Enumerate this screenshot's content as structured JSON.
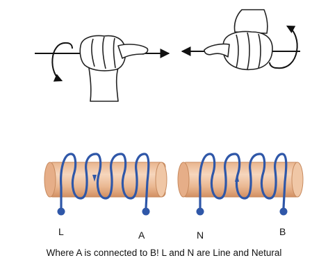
{
  "caption": "Where A is connected to B! L and N are Line and Netural",
  "coils": [
    {
      "left_terminal": "L",
      "right_terminal": "A",
      "current_direction": "down"
    },
    {
      "left_terminal": "N",
      "right_terminal": "B",
      "current_direction": "up"
    }
  ],
  "hand_rule": [
    {
      "hand": "right",
      "thumb_direction": "right",
      "rotation": "clockwise"
    },
    {
      "hand": "left",
      "thumb_direction": "left",
      "rotation": "counter-clockwise"
    }
  ],
  "colors": {
    "wire": "#2f57a8",
    "core_light": "#f3cdb0",
    "core_dark": "#d89a6c",
    "arrow": "#111111",
    "skin_outline": "#222222"
  }
}
